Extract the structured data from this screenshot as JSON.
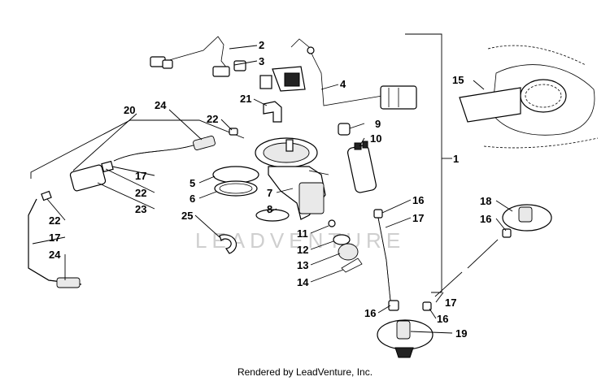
{
  "diagram": {
    "callouts": [
      "1",
      "2",
      "3",
      "4",
      "5",
      "6",
      "7",
      "8",
      "9",
      "10",
      "11",
      "12",
      "13",
      "14",
      "15",
      "16",
      "17",
      "18",
      "19",
      "20",
      "21",
      "22",
      "23",
      "24",
      "25"
    ],
    "watermark": "LEADVENTURE",
    "credit": "Rendered by LeadVenture, Inc."
  }
}
